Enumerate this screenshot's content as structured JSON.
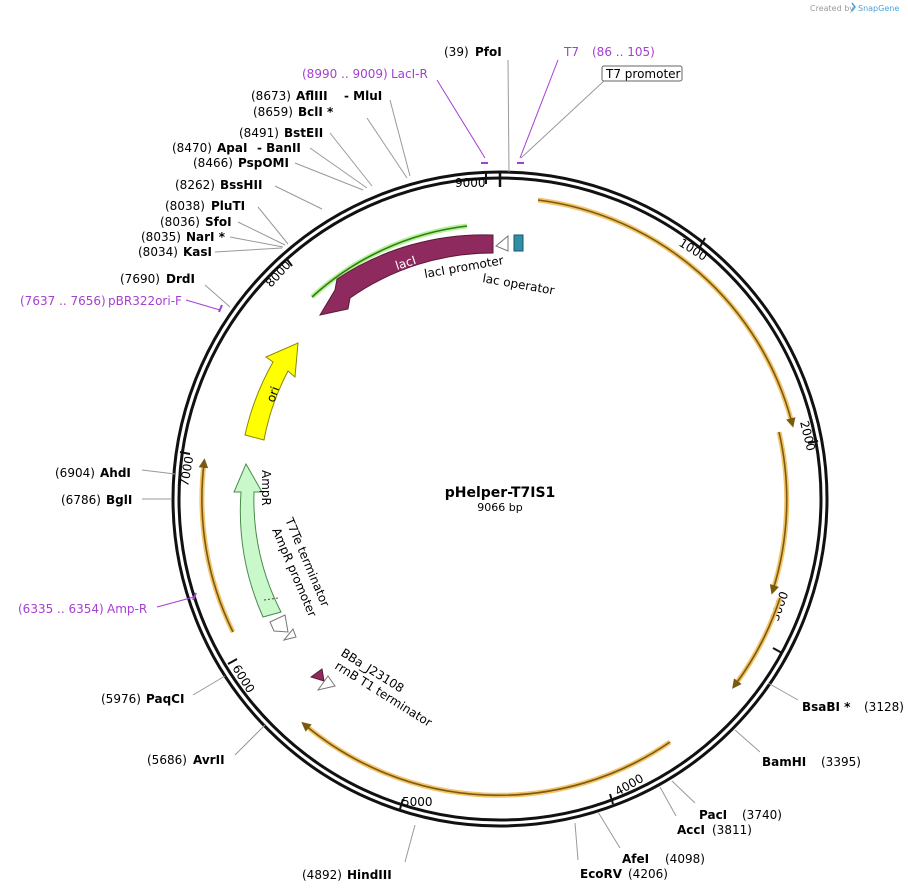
{
  "header": {
    "created_by": "Created by",
    "brand": "SnapGene"
  },
  "plasmid": {
    "name": "pHelper-T7IS1",
    "size": "9066 bp"
  },
  "ticks": [
    "1000",
    "2000",
    "3000",
    "4000",
    "5000",
    "6000",
    "7000",
    "8000",
    "9000"
  ],
  "sites": {
    "pfoi": {
      "pos": "(39)",
      "name": "PfoI"
    },
    "afliii": {
      "pos": "(8673)",
      "name": "AflIII",
      "extra": "- MluI"
    },
    "bcli": {
      "pos": "(8659)",
      "name": "BclI *"
    },
    "bsteii": {
      "pos": "(8491)",
      "name": "BstEII"
    },
    "apai": {
      "pos": "(8470)",
      "name": "ApaI",
      "extra": "- BanII"
    },
    "pspomi": {
      "pos": "(8466)",
      "name": "PspOMI"
    },
    "bsshii": {
      "pos": "(8262)",
      "name": "BssHII"
    },
    "pluti": {
      "pos": "(8038)",
      "name": "PluTI"
    },
    "sfoi": {
      "pos": "(8036)",
      "name": "SfoI"
    },
    "nari": {
      "pos": "(8035)",
      "name": "NarI *"
    },
    "kasi": {
      "pos": "(8034)",
      "name": "KasI"
    },
    "drdi": {
      "pos": "(7690)",
      "name": "DrdI"
    },
    "ahdi": {
      "pos": "(6904)",
      "name": "AhdI"
    },
    "bgli": {
      "pos": "(6786)",
      "name": "BglI"
    },
    "paqci": {
      "pos": "(5976)",
      "name": "PaqCI"
    },
    "avrii": {
      "pos": "(5686)",
      "name": "AvrII"
    },
    "hindiii": {
      "pos": "(4892)",
      "name": "HindIII"
    },
    "ecorv": {
      "pos": "(4206)",
      "name": "EcoRV"
    },
    "afei": {
      "pos": "(4098)",
      "name": "AfeI"
    },
    "acci": {
      "pos": "(3811)",
      "name": "AccI"
    },
    "paci": {
      "pos": "(3740)",
      "name": "PacI"
    },
    "bamhi": {
      "pos": "(3395)",
      "name": "BamHI"
    },
    "bsabi": {
      "pos": "(3128)",
      "name": "BsaBI *"
    }
  },
  "primers": {
    "laci_r": {
      "range": "(8990 .. 9009)",
      "name": "LacI-R"
    },
    "t7": {
      "name": "T7",
      "range": "(86 .. 105)"
    },
    "pbr322": {
      "range": "(7637 .. 7656)",
      "name": "pBR322ori-F"
    },
    "amp_r": {
      "range": "(6335 .. 6354)",
      "name": "Amp-R"
    }
  },
  "features": {
    "t7_promoter": "T7 promoter",
    "laci": "lacI",
    "laci_promoter": "lacI promoter",
    "lac_operator": "lac operator",
    "ori": "ori",
    "ampr": "AmpR",
    "ampr_promoter": "AmpR promoter",
    "t7te": "T7Te terminator",
    "bba": "BBa_J23108",
    "rrnb": "rrnB T1 terminator"
  },
  "colors": {
    "primer": "#a53fd0",
    "laci": "#8e2a5d",
    "ori": "#ffff00",
    "ampr": "#c9f9cb",
    "orf": "#f3c46a",
    "orf_line": "#7a5a10",
    "laci_outline": "#4caf1a",
    "operator": "#2f8fa6"
  }
}
